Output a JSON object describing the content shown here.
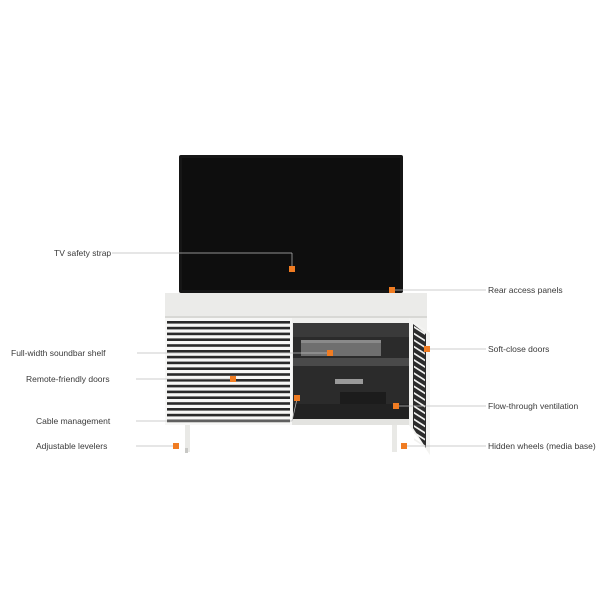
{
  "accent_color": "#f07c22",
  "callouts_left": [
    {
      "id": "tv-safety-strap",
      "label": "TV safety strap"
    },
    {
      "id": "soundbar-shelf",
      "label": "Full-width soundbar shelf"
    },
    {
      "id": "remote-friendly-doors",
      "label": "Remote-friendly doors"
    },
    {
      "id": "cable-management",
      "label": "Cable management"
    },
    {
      "id": "adjustable-levelers",
      "label": "Adjustable levelers"
    }
  ],
  "callouts_right": [
    {
      "id": "rear-access-panels",
      "label": "Rear access panels"
    },
    {
      "id": "soft-close-doors",
      "label": "Soft-close doors"
    },
    {
      "id": "flow-through-ventilation",
      "label": "Flow-through ventilation"
    },
    {
      "id": "hidden-wheels",
      "label": "Hidden wheels (media base)"
    }
  ]
}
